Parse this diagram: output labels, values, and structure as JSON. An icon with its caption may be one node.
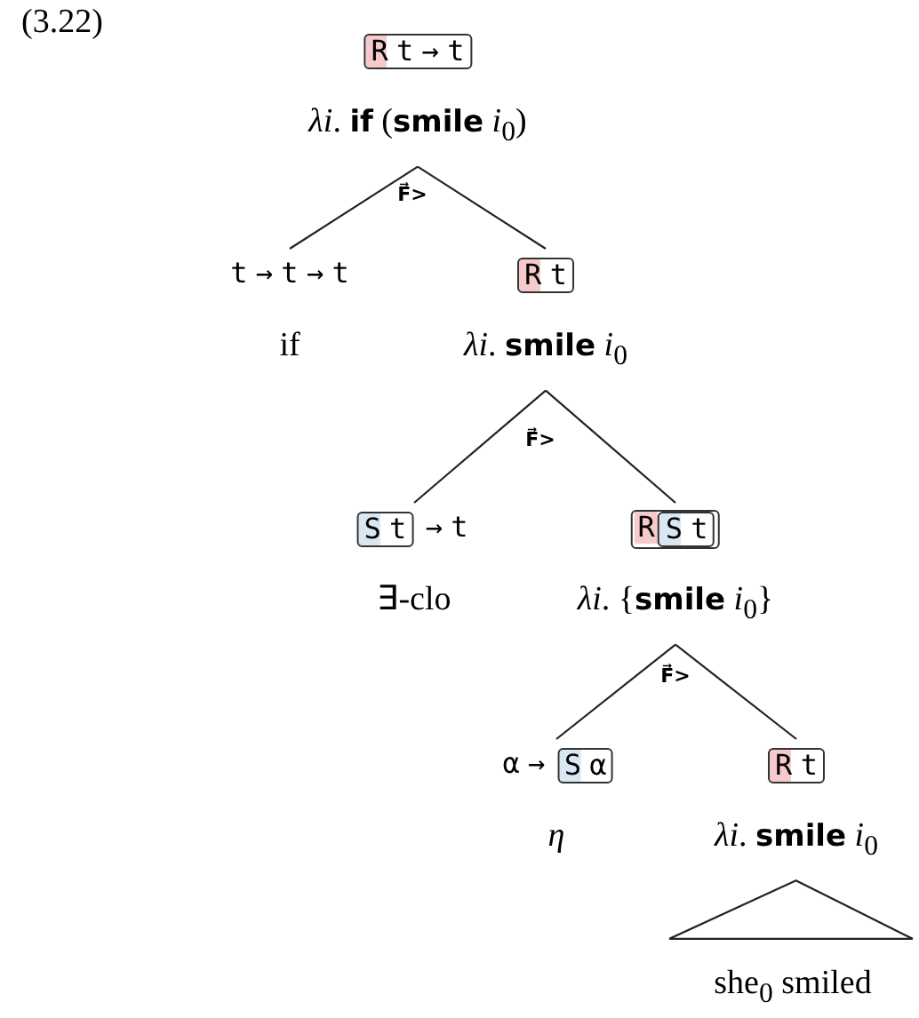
{
  "diagram": {
    "nodes": [
      {
        "text": [
          "R t → t",
          "*λi*. **if** (**smile** *i*$_{0}$)"
        ]
      },
      {
        "text": [
          "t → t → t",
          "if"
        ]
      },
      {
        "text": [
          "R t",
          "*λi*. **smile** *i*$_{0}$"
        ]
      },
      {
        "text": [
          "S t",
          "→ t",
          "∃-clo"
        ]
      },
      {
        "text": [
          "R",
          "S t",
          "*λi*. {**smile** *i*$_{0}$}"
        ]
      },
      {
        "text": [
          "α →",
          "S α",
          "η"
        ]
      },
      {
        "text": [
          "R t",
          "*λi*. **smile** *i*$_{0}$"
        ]
      },
      {
        "text": [],
        "shape": "triangle"
      }
    ],
    "edges": [
      {
        "from": 0,
        "to": 1,
        "arrow": "none"
      },
      {
        "from": 0,
        "to": 2,
        "arrow": "none"
      },
      {
        "from": 2,
        "to": 3,
        "arrow": "none"
      },
      {
        "from": 2,
        "to": 4,
        "arrow": "none"
      },
      {
        "from": 4,
        "to": 5,
        "arrow": "none"
      },
      {
        "from": 4,
        "to": 6,
        "arrow": "none"
      }
    ],
    "labels": [
      "(3.22)",
      "F⃗>",
      "F⃗>",
      "F⃗>",
      "she$_{0}$ smiled"
    ]
  }
}
